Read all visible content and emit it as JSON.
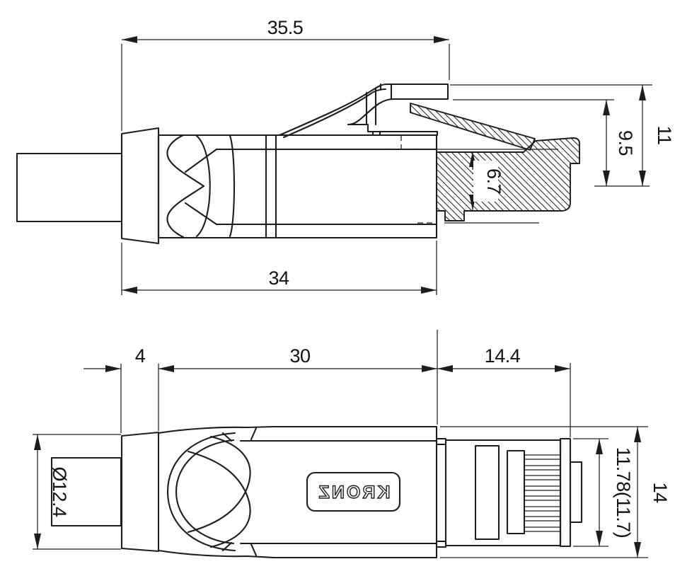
{
  "page": {
    "background": "#ffffff",
    "line_color": "#1d1d1d"
  },
  "branding": {
    "logo": "KRONZ"
  },
  "side_view": {
    "dim_overall_length": "35.5",
    "dim_housing_length": "34",
    "dim_latch_rest_height": "9.5",
    "dim_overall_height": "11",
    "dim_plug_body_height": "6.7"
  },
  "plan_view": {
    "dim_boot_flange_length": "4",
    "dim_housing_length": "30",
    "dim_plug_length": "14.4",
    "dim_cable_boot_diameter": "Ø12.4",
    "dim_plug_width": "11.78(11.7)",
    "dim_overall_width": "14"
  }
}
